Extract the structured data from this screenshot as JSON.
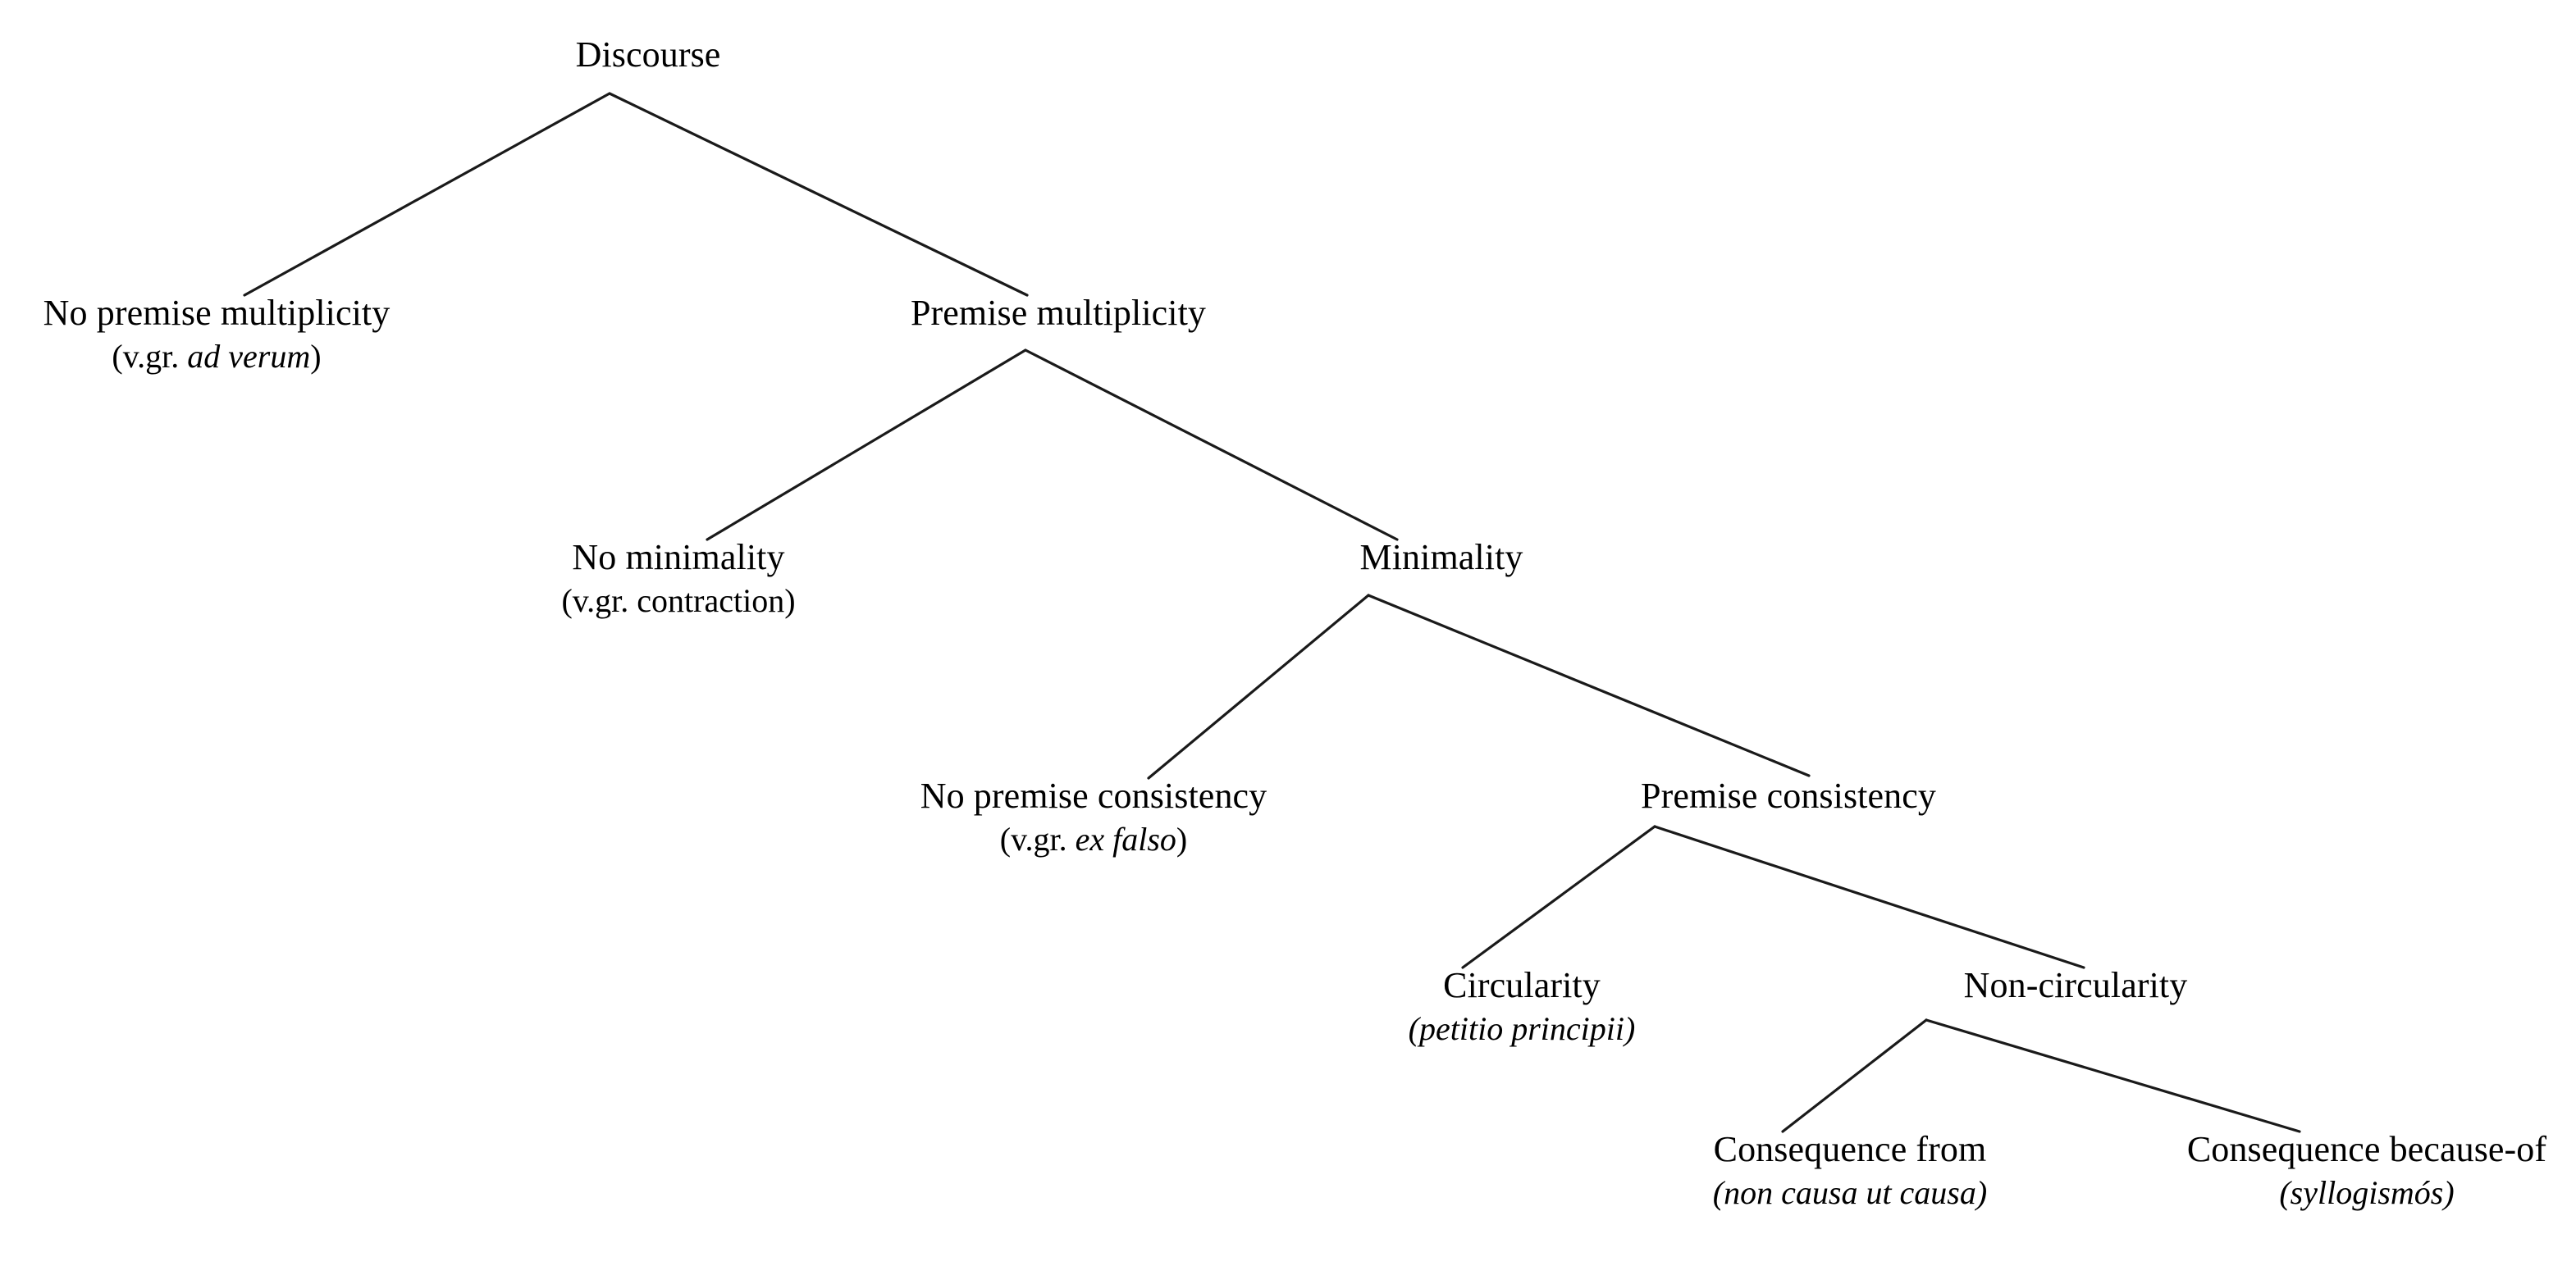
{
  "diagram": {
    "type": "tree",
    "title": "",
    "background_color": "#ffffff",
    "line_color": "#1a1a1a",
    "text_color": "#000000"
  },
  "nodes": {
    "discourse": {
      "label": "Discourse",
      "sub_prefix": "",
      "sub_italic": "",
      "sub_open": "",
      "sub_close": ""
    },
    "no_premise_multiplicity": {
      "label": "No premise multiplicity",
      "sub_prefix": "(v.gr. ",
      "sub_italic": "ad verum",
      "sub_open": "(",
      "sub_close": ")"
    },
    "premise_multiplicity": {
      "label": "Premise multiplicity",
      "sub_prefix": "",
      "sub_italic": "",
      "sub_open": "",
      "sub_close": ""
    },
    "no_minimality": {
      "label": "No minimality",
      "sub_prefix": "(v.gr. ",
      "sub_italic": "",
      "sub_open": "(",
      "sub_close": ")",
      "sub_roman": "contraction"
    },
    "minimality": {
      "label": "Minimality",
      "sub_prefix": "",
      "sub_italic": "",
      "sub_open": "",
      "sub_close": ""
    },
    "no_premise_consistency": {
      "label": "No premise consistency",
      "sub_prefix": "(v.gr. ",
      "sub_italic": "ex falso",
      "sub_open": "(",
      "sub_close": ")"
    },
    "premise_consistency": {
      "label": "Premise consistency",
      "sub_prefix": "",
      "sub_italic": "",
      "sub_open": "",
      "sub_close": ""
    },
    "circularity": {
      "label": "Circularity",
      "sub_prefix": "",
      "sub_italic": "petitio principii",
      "sub_open": "(",
      "sub_close": ")"
    },
    "non_circularity": {
      "label": "Non-circularity",
      "sub_prefix": "",
      "sub_italic": "",
      "sub_open": "",
      "sub_close": ""
    },
    "consequence_from": {
      "label": "Consequence from",
      "sub_prefix": "",
      "sub_italic": "non causa ut causa",
      "sub_open": "(",
      "sub_close": ")"
    },
    "consequence_because_of": {
      "label": "Consequence because-of",
      "sub_prefix": "",
      "sub_italic": "syllogismós",
      "sub_open": "(",
      "sub_close": ")"
    }
  },
  "edges": [
    {
      "from": "discourse",
      "to": "no_premise_multiplicity"
    },
    {
      "from": "discourse",
      "to": "premise_multiplicity"
    },
    {
      "from": "premise_multiplicity",
      "to": "no_minimality"
    },
    {
      "from": "premise_multiplicity",
      "to": "minimality"
    },
    {
      "from": "minimality",
      "to": "no_premise_consistency"
    },
    {
      "from": "minimality",
      "to": "premise_consistency"
    },
    {
      "from": "premise_consistency",
      "to": "circularity"
    },
    {
      "from": "premise_consistency",
      "to": "non_circularity"
    },
    {
      "from": "non_circularity",
      "to": "consequence_from"
    },
    {
      "from": "non_circularity",
      "to": "consequence_because_of"
    }
  ]
}
